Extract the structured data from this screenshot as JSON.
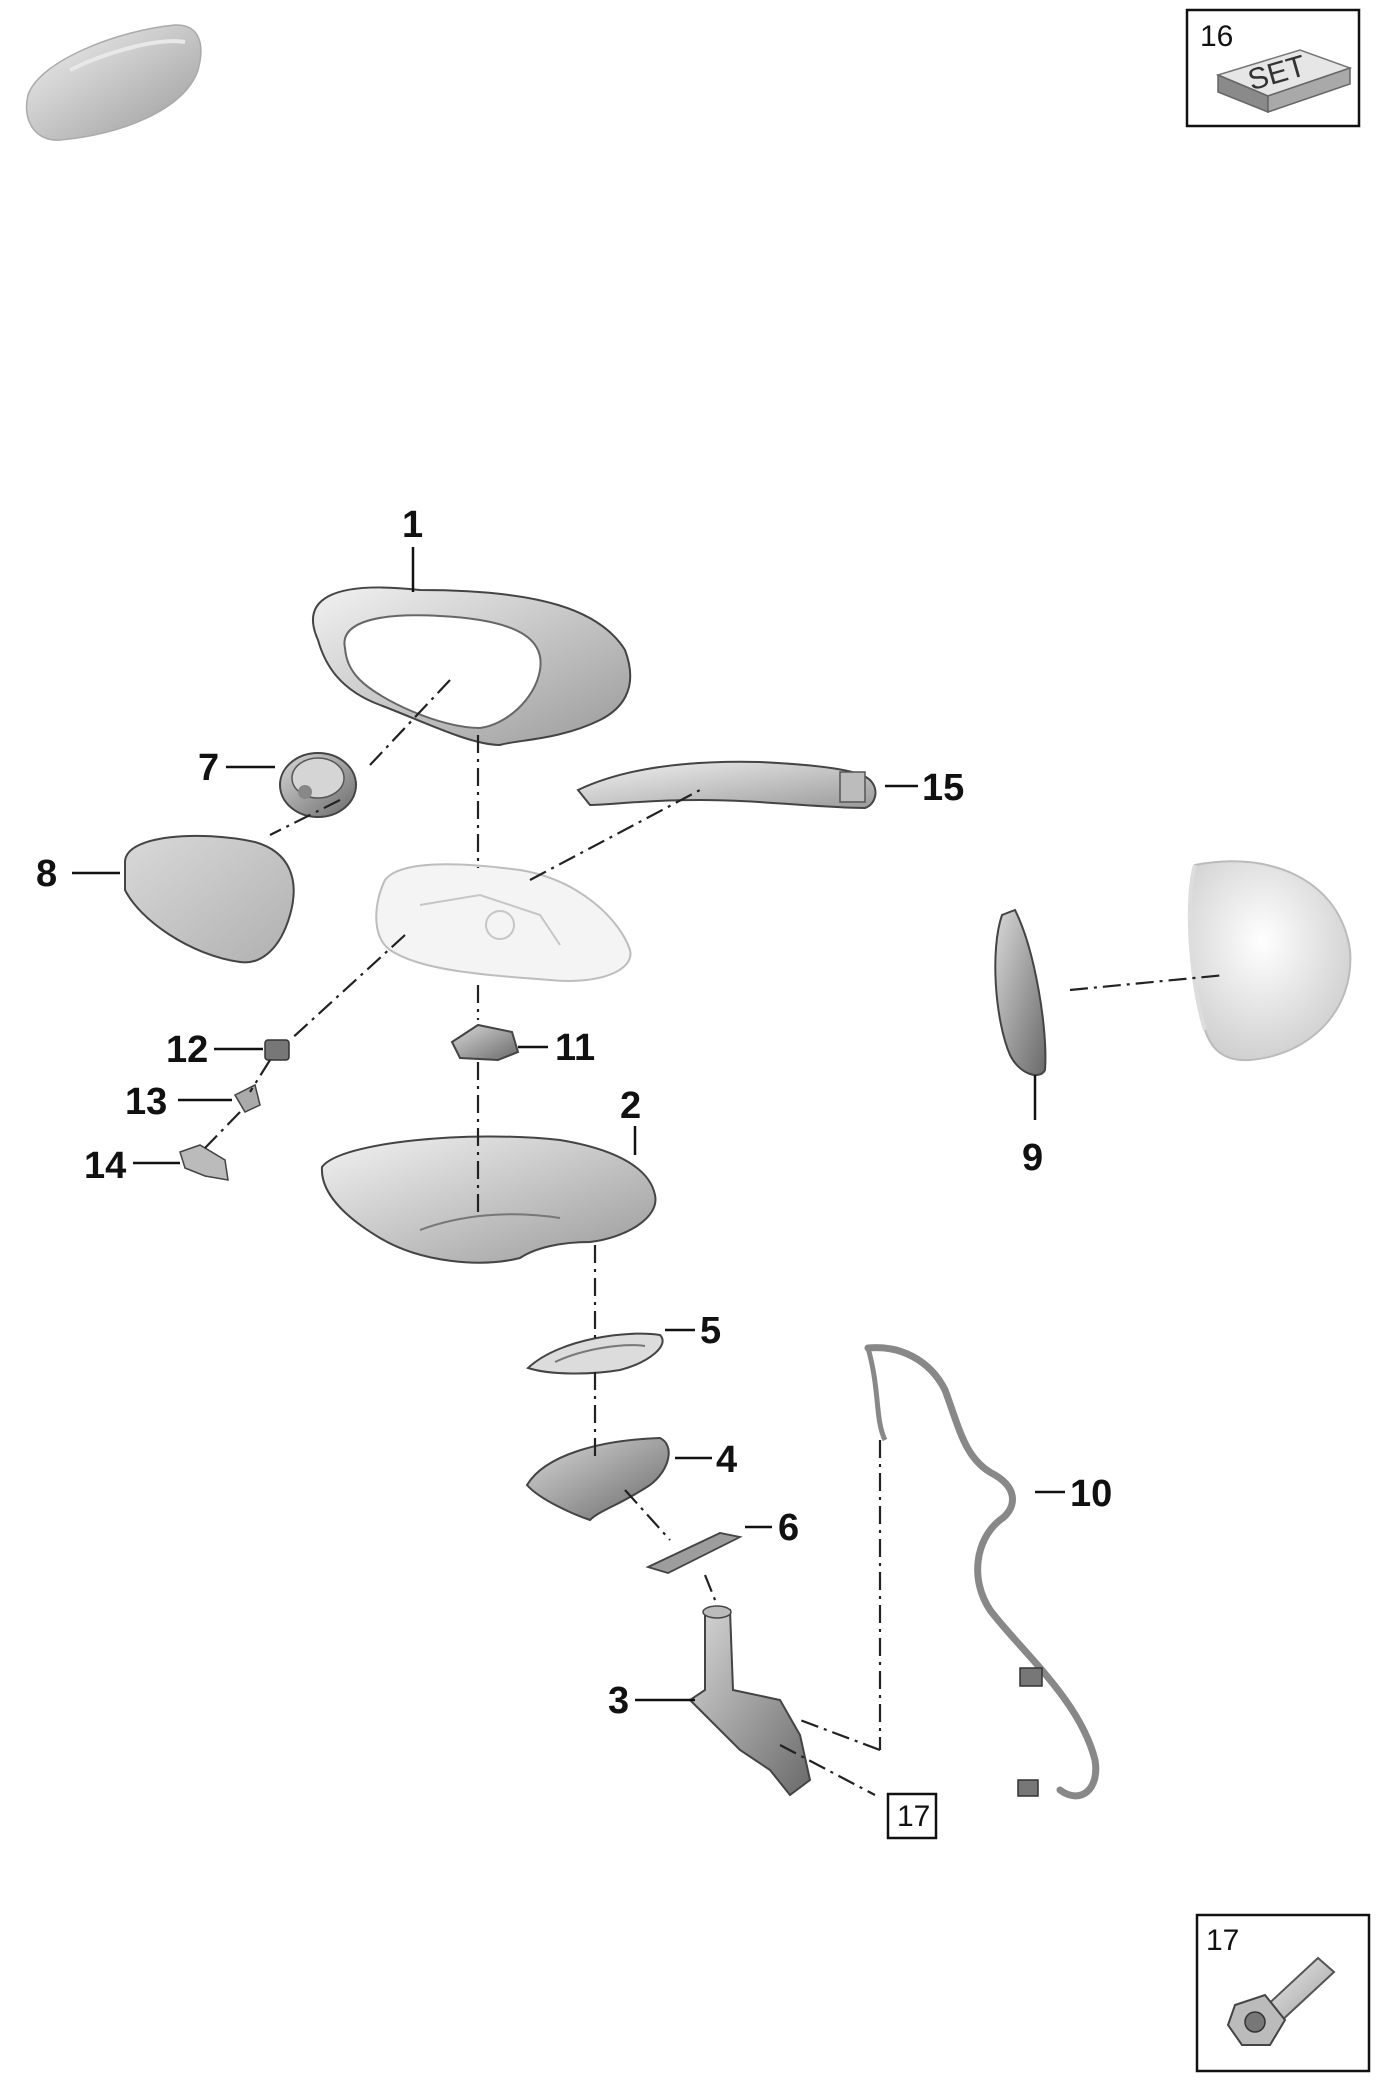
{
  "callouts": {
    "c1": "1",
    "c2": "2",
    "c3": "3",
    "c4": "4",
    "c5": "5",
    "c6": "6",
    "c7": "7",
    "c8": "8",
    "c9": "9",
    "c10": "10",
    "c11": "11",
    "c12": "12",
    "c13": "13",
    "c14": "14",
    "c15": "15"
  },
  "legend_set": {
    "number": "16",
    "label": "SET"
  },
  "legend_screw": {
    "number": "17"
  },
  "ref_box": {
    "number": "17"
  }
}
